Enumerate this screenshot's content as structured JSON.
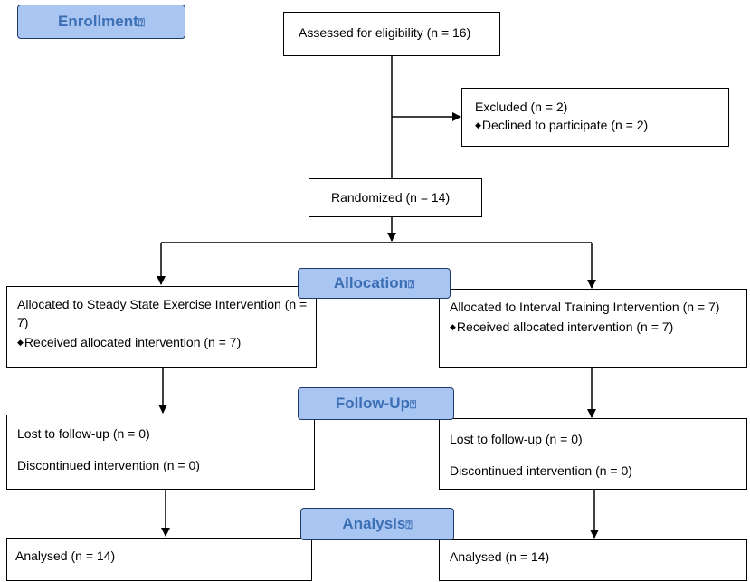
{
  "stages": {
    "enrollment": "Enrollment",
    "allocation": "Allocation",
    "follow_up": "Follow-Up",
    "analysis": "Analysis"
  },
  "stage_suffix": "⍰",
  "bullet": "◆",
  "assessed": "Assessed for eligibility (n = 16)",
  "excluded": {
    "title": "Excluded  (n = 2)",
    "reason": "Declined to participate (n = 2)"
  },
  "randomized": "Randomized (n = 14)",
  "left_arm": {
    "allocated": "Allocated to Steady State Exercise Intervention (n = 7)",
    "received": "Received allocated intervention (n = 7)",
    "lost": "Lost to follow-up (n = 0)",
    "discontinued": "Discontinued intervention (n = 0)",
    "analysed": "Analysed  (n = 14)"
  },
  "right_arm": {
    "allocated": "Allocated to Interval Training Intervention (n = 7)",
    "received": "Received allocated intervention (n =  7)",
    "lost": "Lost to follow-up (n = 0)",
    "discontinued": "Discontinued intervention (n = 0)",
    "analysed": "Analysed  (n = 14)"
  }
}
